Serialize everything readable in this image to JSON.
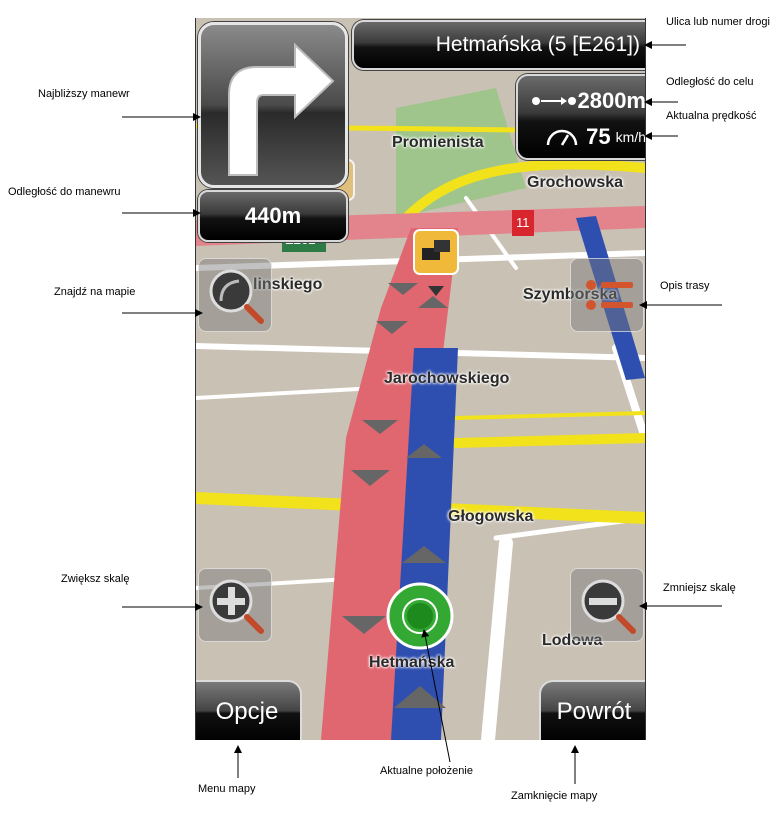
{
  "screen": {
    "street": "Hetmańska (5 [E261])",
    "distance_to_maneuver": "440m",
    "distance_to_destination": "2800m",
    "speed": "75",
    "speed_unit": "km/h",
    "options_label": "Opcje",
    "back_label": "Powrót",
    "road_shield_e": "E261",
    "road_shield_num": "11",
    "streets": {
      "promienista": "Promienista",
      "grochowska": "Grochowska",
      "linskiego": "linskiego",
      "szymborska": "Szymborska",
      "jarochowskiego": "Jarochowskiego",
      "glogowska": "Głogowska",
      "lodowa": "Lodowa",
      "hetmanska": "Hetmańska"
    }
  },
  "callouts": {
    "street_or_road": "Ulica lub numer drogi",
    "next_maneuver": "Najbliższy manewr",
    "distance_to_target": "Odległość do celu",
    "current_speed": "Aktualna prędkość",
    "distance_to_maneuver": "Odległość do manewru",
    "find_on_map": "Znajdź na mapie",
    "route_description": "Opis trasy",
    "zoom_in": "Zwiększ skalę",
    "zoom_out": "Zmniejsz skalę",
    "map_menu": "Menu mapy",
    "current_position": "Aktualne położenie",
    "close_map": "Zamknięcie mapy"
  },
  "icons": {
    "turn": "turn-right-arrow-icon",
    "traffic": "traffic-jam-icon",
    "destination": "dots-arrow-icon",
    "speed": "speedometer-icon",
    "search": "magnifier-icon",
    "zoom_in": "zoom-in-icon",
    "zoom_out": "zoom-out-icon",
    "route": "route-description-icon",
    "position": "gps-position-icon"
  },
  "colors": {
    "route_red": "#e06670",
    "route_blue": "#2f4fb0",
    "road_yellow": "#f2e21c",
    "park_green": "#9fc58c",
    "position_green": "#33a833",
    "map_bg": "#c9c1b4"
  }
}
